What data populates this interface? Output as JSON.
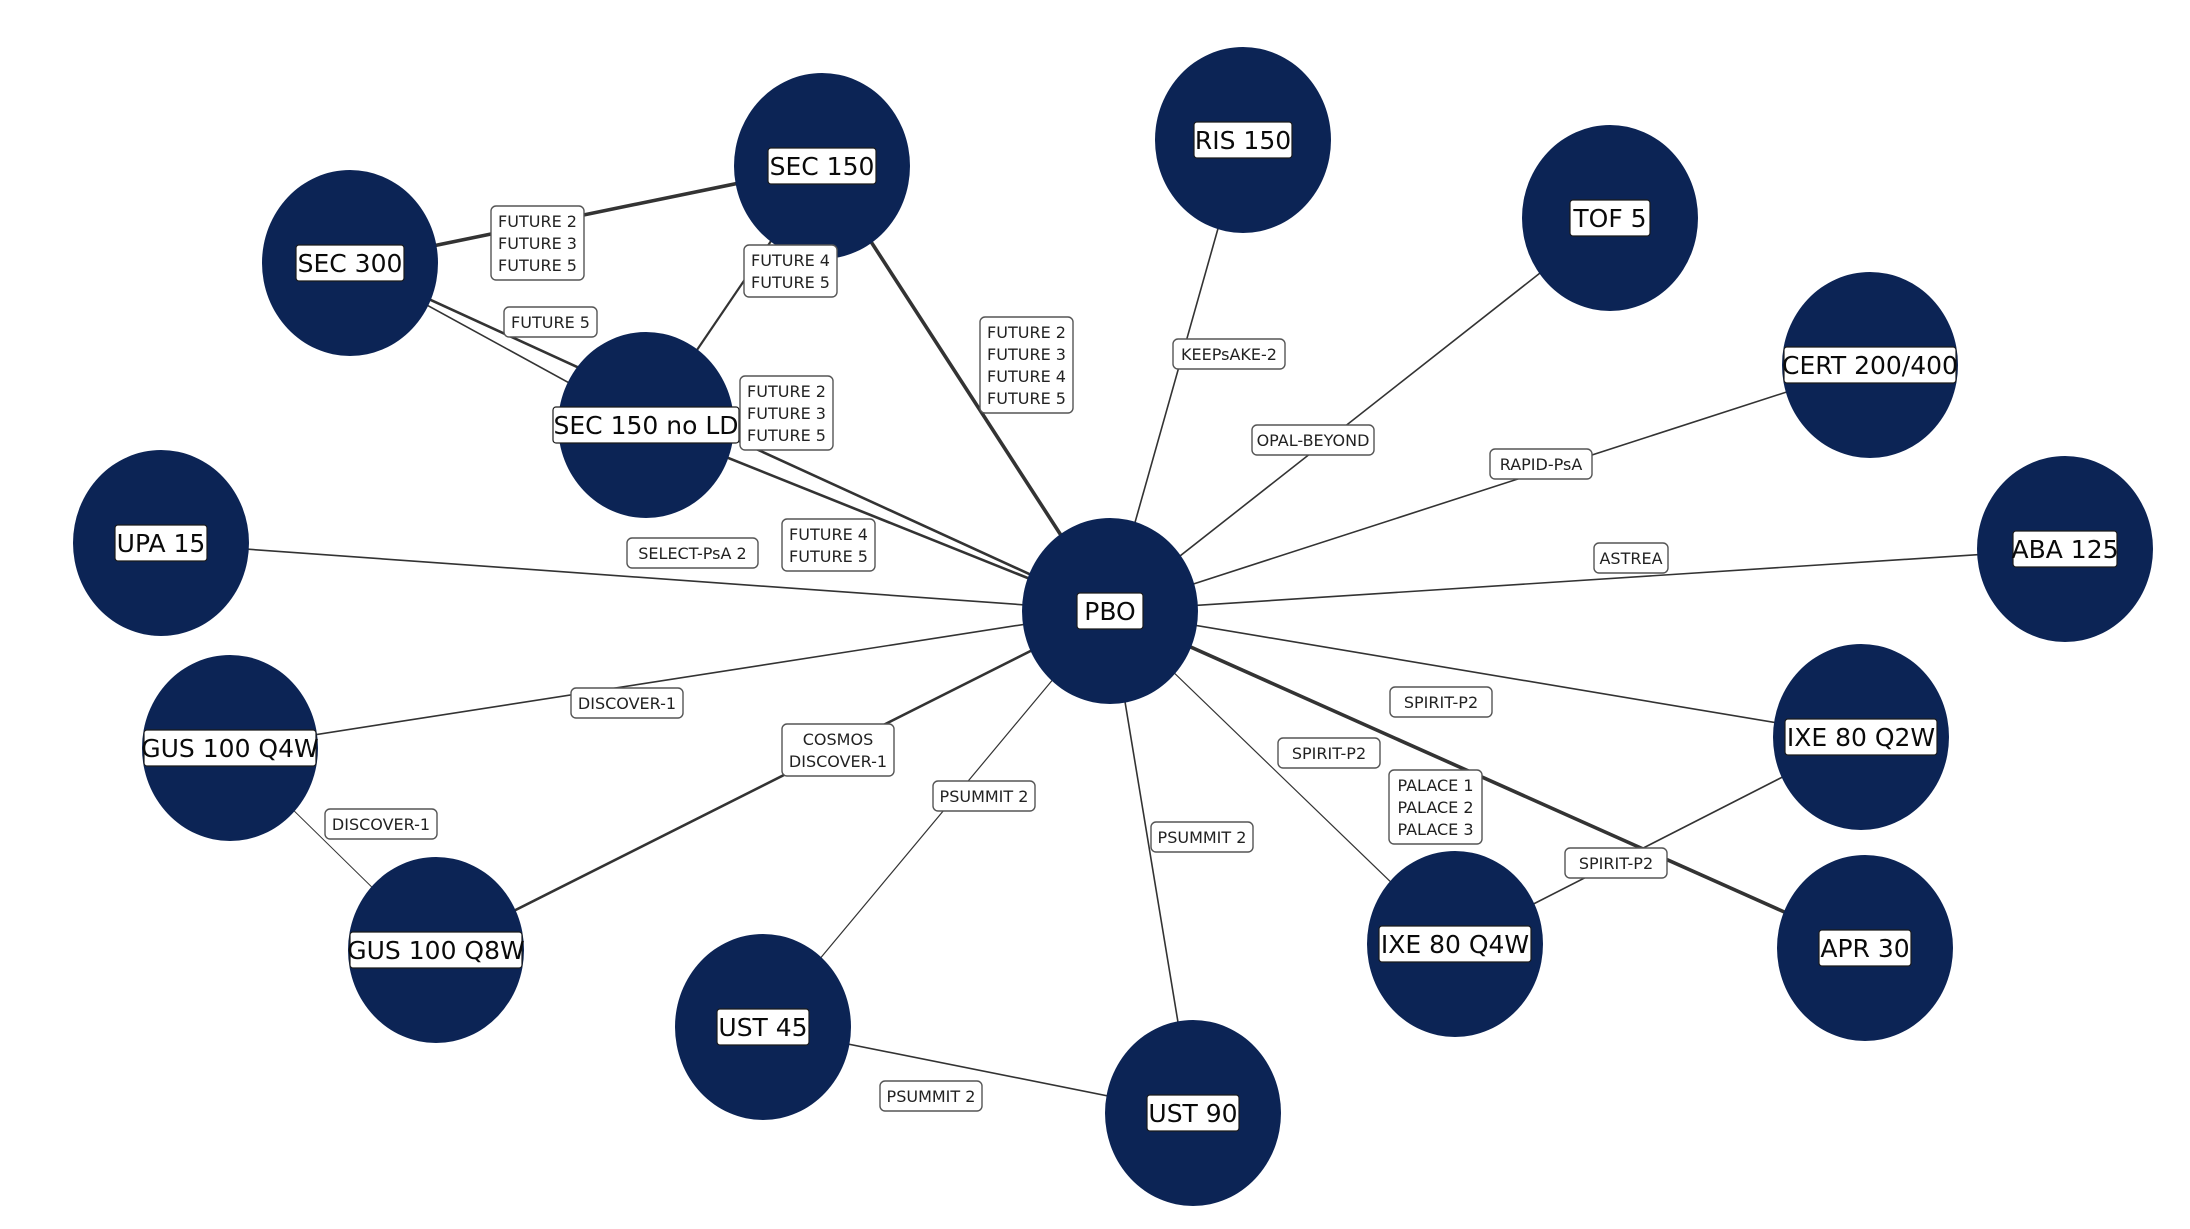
{
  "colors": {
    "node_fill": "#0c2455",
    "edge": "#333333",
    "label_bg": "#ffffff"
  },
  "nodes": [
    {
      "id": "PBO",
      "label": "PBO"
    },
    {
      "id": "SEC150",
      "label": "SEC 150"
    },
    {
      "id": "SEC300",
      "label": "SEC 300"
    },
    {
      "id": "SEC150noLD",
      "label": "SEC 150 no LD"
    },
    {
      "id": "RIS150",
      "label": "RIS 150"
    },
    {
      "id": "TOF5",
      "label": "TOF 5"
    },
    {
      "id": "CERT",
      "label": "CERT 200/400"
    },
    {
      "id": "ABA125",
      "label": "ABA 125"
    },
    {
      "id": "UPA15",
      "label": "UPA 15"
    },
    {
      "id": "GUSQ4W",
      "label": "GUS 100 Q4W"
    },
    {
      "id": "GUSQ8W",
      "label": "GUS 100 Q8W"
    },
    {
      "id": "UST45",
      "label": "UST 45"
    },
    {
      "id": "UST90",
      "label": "UST 90"
    },
    {
      "id": "IXEQ4W",
      "label": "IXE 80 Q4W"
    },
    {
      "id": "IXEQ2W",
      "label": "IXE 80 Q2W"
    },
    {
      "id": "APR30",
      "label": "APR 30"
    }
  ],
  "edges": [
    {
      "from": "SEC300",
      "to": "SEC150",
      "labels": [
        "FUTURE 2",
        "FUTURE 3",
        "FUTURE 5"
      ]
    },
    {
      "from": "SEC300",
      "to": "SEC150noLD",
      "labels": [
        "FUTURE 5"
      ]
    },
    {
      "from": "SEC150noLD",
      "to": "SEC150",
      "labels": [
        "FUTURE 4",
        "FUTURE 5"
      ]
    },
    {
      "from": "SEC150",
      "to": "PBO",
      "labels": [
        "FUTURE 2",
        "FUTURE 3",
        "FUTURE 4",
        "FUTURE 5"
      ]
    },
    {
      "from": "SEC150noLD",
      "to": "PBO",
      "labels": [
        "FUTURE 2",
        "FUTURE 3",
        "FUTURE 5"
      ]
    },
    {
      "from": "SEC300",
      "to": "PBO",
      "labels": [
        "FUTURE 4",
        "FUTURE 5"
      ]
    },
    {
      "from": "RIS150",
      "to": "PBO",
      "labels": [
        "KEEPsAKE-2"
      ]
    },
    {
      "from": "TOF5",
      "to": "PBO",
      "labels": [
        "OPAL-BEYOND"
      ]
    },
    {
      "from": "CERT",
      "to": "PBO",
      "labels": [
        "RAPID-PsA"
      ]
    },
    {
      "from": "ABA125",
      "to": "PBO",
      "labels": [
        "ASTREA"
      ]
    },
    {
      "from": "UPA15",
      "to": "PBO",
      "labels": [
        "SELECT-PsA 2"
      ]
    },
    {
      "from": "GUSQ4W",
      "to": "PBO",
      "labels": [
        "DISCOVER-1"
      ]
    },
    {
      "from": "GUSQ8W",
      "to": "PBO",
      "labels": [
        "COSMOS",
        "DISCOVER-1"
      ]
    },
    {
      "from": "GUSQ4W",
      "to": "GUSQ8W",
      "labels": [
        "DISCOVER-1"
      ]
    },
    {
      "from": "UST45",
      "to": "PBO",
      "labels": [
        "PSUMMIT 2"
      ]
    },
    {
      "from": "UST90",
      "to": "PBO",
      "labels": [
        "PSUMMIT 2"
      ]
    },
    {
      "from": "UST45",
      "to": "UST90",
      "labels": [
        "PSUMMIT 2"
      ]
    },
    {
      "from": "IXEQ4W",
      "to": "PBO",
      "labels": [
        "SPIRIT-P2"
      ]
    },
    {
      "from": "IXEQ2W",
      "to": "PBO",
      "labels": [
        "SPIRIT-P2"
      ]
    },
    {
      "from": "IXEQ4W",
      "to": "IXEQ2W",
      "labels": [
        "SPIRIT-P2"
      ]
    },
    {
      "from": "APR30",
      "to": "PBO",
      "labels": [
        "PALACE 1",
        "PALACE 2",
        "PALACE 3"
      ]
    }
  ]
}
